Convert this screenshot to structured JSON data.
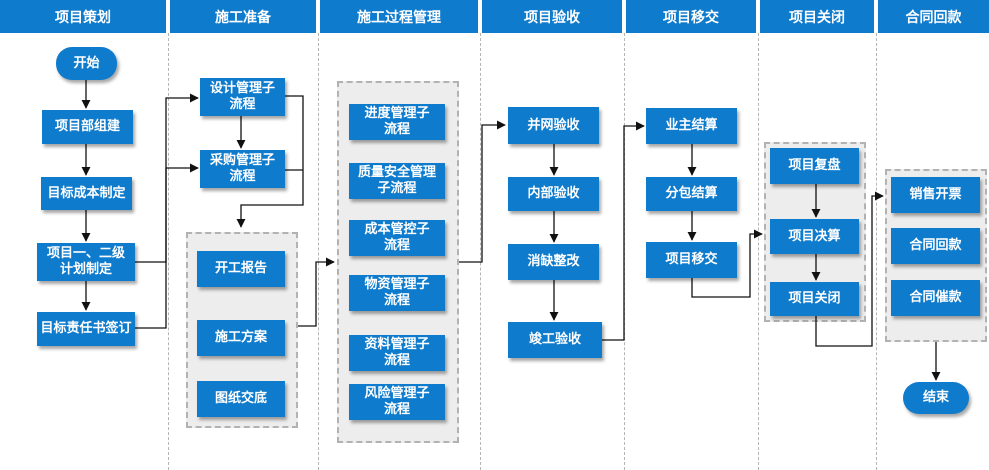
{
  "lanes": [
    {
      "label": "项目策划"
    },
    {
      "label": "施工准备"
    },
    {
      "label": "施工过程管理"
    },
    {
      "label": "项目验收"
    },
    {
      "label": "项目移交"
    },
    {
      "label": "项目关闭"
    },
    {
      "label": "合同回款"
    }
  ],
  "nodes": {
    "start": "开始",
    "team_setup": "项目部组建",
    "cost_target": "目标成本制定",
    "plan": "项目一、二级计划制定",
    "responsibility": "目标责任书签订",
    "design_mgmt": "设计管理子流程",
    "procurement_mgmt": "采购管理子流程",
    "start_report": "开工报告",
    "construction_plan": "施工方案",
    "drawing_review": "图纸交底",
    "schedule_mgmt": "进度管理子流程",
    "quality_safety": "质量安全管理子流程",
    "cost_control": "成本管控子流程",
    "material_mgmt": "物资管理子流程",
    "document_mgmt": "资料管理子流程",
    "risk_mgmt": "风险管理子流程",
    "grid_acceptance": "并网验收",
    "internal_acceptance": "内部验收",
    "defect_fix": "消缺整改",
    "completion_acceptance": "竣工验收",
    "owner_settlement": "业主结算",
    "sub_settlement": "分包结算",
    "project_handover": "项目移交",
    "project_review": "项目复盘",
    "project_final_account": "项目决算",
    "project_close": "项目关闭",
    "sales_invoice": "销售开票",
    "contract_payment": "合同回款",
    "payment_urge": "合同催款",
    "end": "结束"
  }
}
